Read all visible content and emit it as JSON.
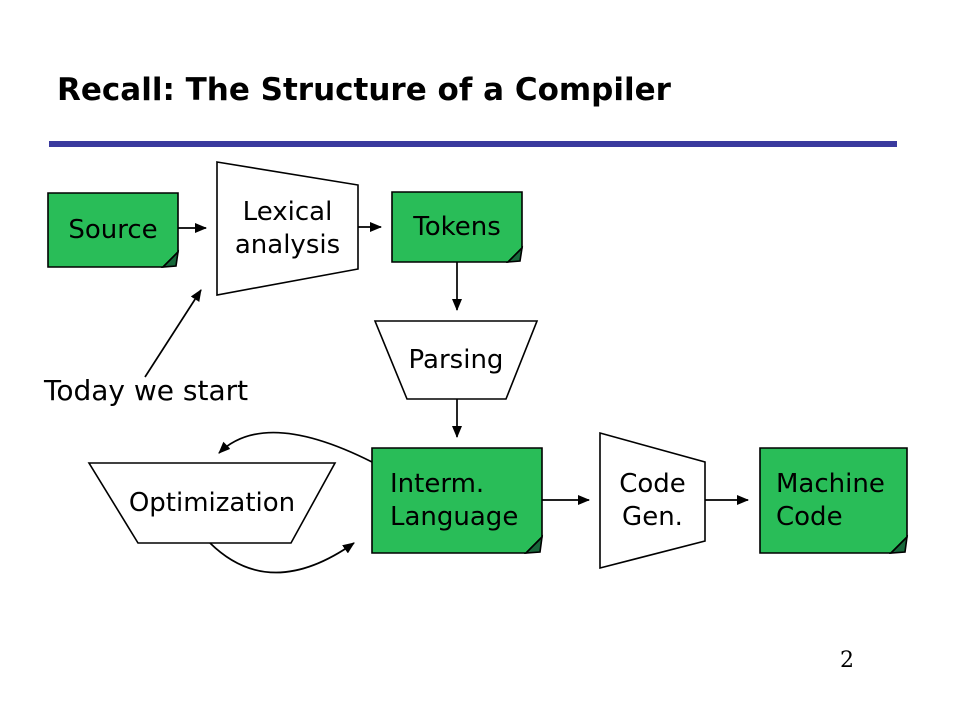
{
  "slide": {
    "title": "Recall: The Structure of a Compiler",
    "page_number": "2"
  },
  "colors": {
    "box_green": "#29bd58",
    "fold_green": "#17683a",
    "rule_blue": "#3a3a9e",
    "line_black": "#000000"
  },
  "diagram": {
    "annotation": "Today we start",
    "source": {
      "label": "Source"
    },
    "lexical": {
      "line1": "Lexical",
      "line2": "analysis"
    },
    "tokens": {
      "label": "Tokens"
    },
    "parsing": {
      "label": "Parsing"
    },
    "optimization": {
      "label": "Optimization"
    },
    "interm": {
      "line1": "Interm.",
      "line2": "Language"
    },
    "codegen": {
      "line1": "Code",
      "line2": "Gen."
    },
    "machine": {
      "line1": "Machine",
      "line2": "Code"
    }
  }
}
